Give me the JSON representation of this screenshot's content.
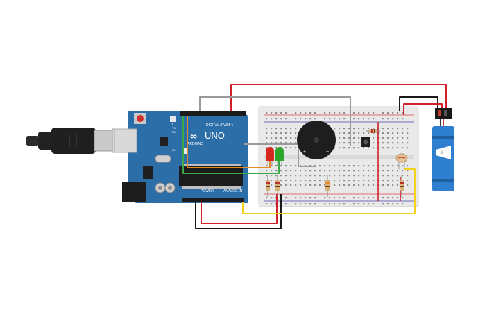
{
  "arduino": {
    "logo_text": "UNO",
    "brand_text": "ARDUINO",
    "digital_label": "DIGITAL (PWM~)",
    "power_label": "POWER",
    "analog_label": "ANALOG IN",
    "tx_label": "TX",
    "rx_label": "RX",
    "l_label": "L",
    "on_label": "ON"
  },
  "buzzer": {
    "plus_label": "+",
    "minus_label": "−"
  },
  "colors": {
    "board": "#2b6ea8",
    "breadboard": "#e9e9e9",
    "wire_red": "#d1202a",
    "wire_black": "#1a1a1a",
    "wire_gray": "#9a9a9a",
    "wire_yellow": "#f2d21c",
    "wire_green": "#3aa845",
    "wire_orange": "#e58a2b",
    "servo": "#2f7fd0"
  }
}
